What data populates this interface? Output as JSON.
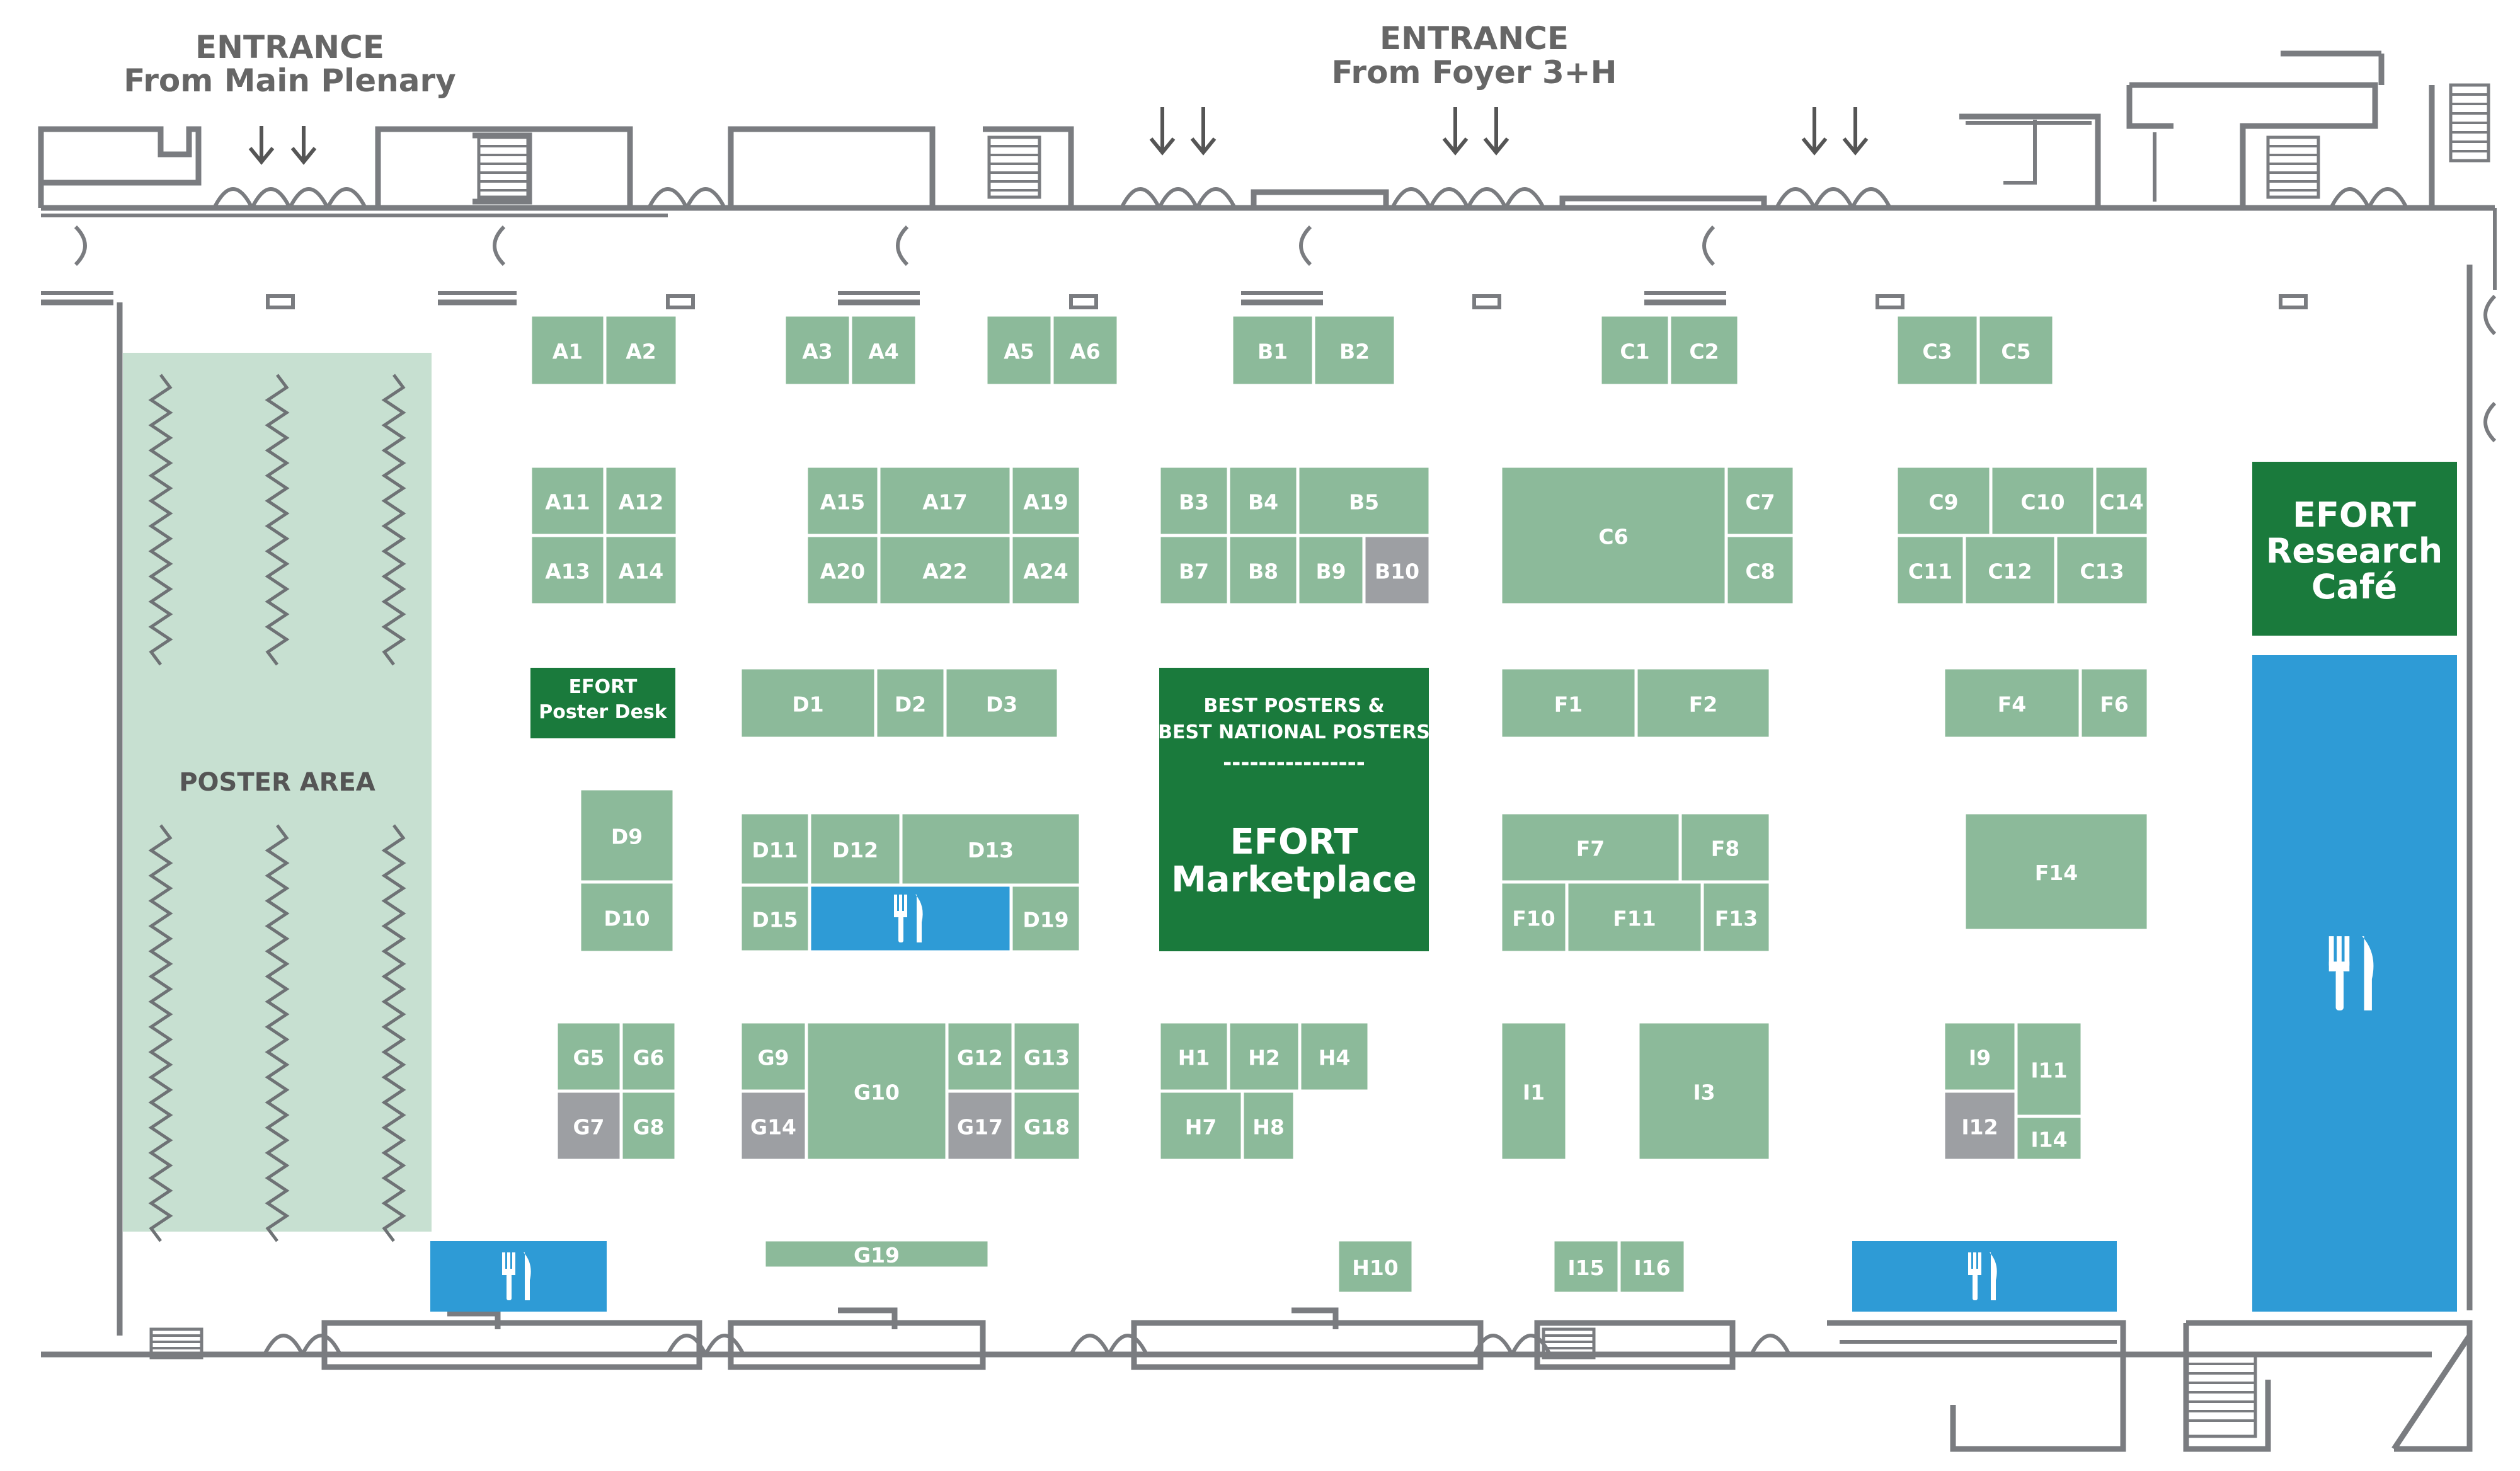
{
  "entrances": [
    {
      "title": "ENTRANCE",
      "subtitle": "From Main Plenary"
    },
    {
      "title": "ENTRANCE",
      "subtitle": "From Foyer 3+H"
    }
  ],
  "poster_area": {
    "label": "POSTER AREA"
  },
  "poster_desk": {
    "line1": "EFORT",
    "line2": "Poster Desk"
  },
  "marketplace": {
    "line1": "BEST POSTERS &",
    "line2": "BEST NATIONAL POSTERS",
    "divider": "----------------",
    "line3": "EFORT",
    "line4": "Marketplace"
  },
  "research_cafe": {
    "line1": "EFORT",
    "line2": "Research",
    "line3": "Café"
  },
  "catering_icon": "fork-knife-icon",
  "colors": {
    "booth": "#8cba9a",
    "booth_unavailable": "#9d9fa3",
    "feature": "#1a7a3c",
    "catering": "#2e9bd6",
    "poster_area": "#c7e0d1",
    "walls": "#7a7c80"
  },
  "booths": [
    "A1",
    "A2",
    "A3",
    "A4",
    "A5",
    "A6",
    "B1",
    "B2",
    "C1",
    "C2",
    "C3",
    "C5",
    "A11",
    "A12",
    "A13",
    "A14",
    "A15",
    "A17",
    "A19",
    "A20",
    "A22",
    "A24",
    "B3",
    "B4",
    "B5",
    "B7",
    "B8",
    "B9",
    "B10",
    "C6",
    "C7",
    "C8",
    "C9",
    "C10",
    "C14",
    "C11",
    "C12",
    "C13",
    "D1",
    "D2",
    "D3",
    "F1",
    "F2",
    "F4",
    "F6",
    "D9",
    "D10",
    "D11",
    "D12",
    "D13",
    "D15",
    "D19",
    "F7",
    "F8",
    "F10",
    "F11",
    "F13",
    "F14",
    "G5",
    "G6",
    "G7",
    "G8",
    "G9",
    "G10",
    "G12",
    "G13",
    "G14",
    "G17",
    "G18",
    "H1",
    "H2",
    "H4",
    "H7",
    "H8",
    "I1",
    "I3",
    "I9",
    "I11",
    "I12",
    "I14",
    "G19",
    "H10",
    "I15",
    "I16"
  ]
}
